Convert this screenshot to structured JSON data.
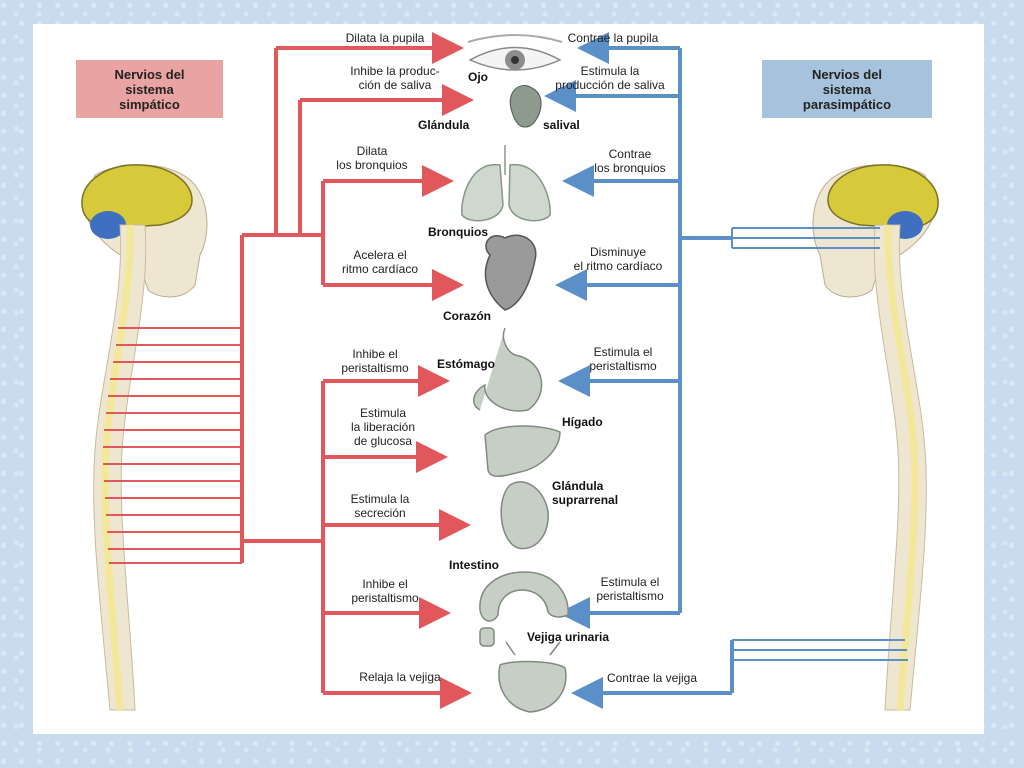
{
  "boxes": {
    "sympathetic": "Nervios del\nsistema\nsimpático",
    "parasympathetic": "Nervios del\nsistema\nparasimpático"
  },
  "organs": {
    "eye": "Ojo",
    "salivary_left": "Glándula",
    "salivary_right": "salival",
    "bronchi": "Bronquios",
    "heart": "Corazón",
    "stomach": "Estómago",
    "liver": "Hígado",
    "adrenal": "Glándula\nsuprarrenal",
    "intestine": "Intestino",
    "bladder": "Vejiga urinaria"
  },
  "sympathetic_effects": [
    "Dilata la pupila",
    "Inhibe la produc-\nción de saliva",
    "Dilata\nlos bronquios",
    "Acelera el\nritmo cardíaco",
    "Inhibe el\nperistaltismo",
    "Estimula\nla liberación\nde glucosa",
    "Estimula la\nsecreción",
    "Inhibe el\nperistaltismo",
    "Relaja la vejiga"
  ],
  "parasympathetic_effects": [
    "Contrae la pupila",
    "Estimula la\nproducción de saliva",
    "Contrae\nlos bronquios",
    "Disminuye\nel ritmo cardíaco",
    "Estimula el\nperistaltismo",
    "Estimula el\nperistaltismo",
    "Contrae la vejiga"
  ],
  "colors": {
    "sympathetic": "#e2575c",
    "parasympathetic": "#5a8fc7",
    "spine": "#f3e79a",
    "bone": "#efe6d2",
    "brain": "#d6c93a",
    "cerebellum": "#3f6fc0"
  }
}
